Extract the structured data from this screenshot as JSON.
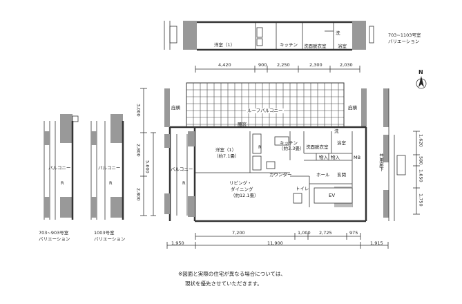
{
  "variation_labels": {
    "top_right": [
      "703~1103号室",
      "バリエーション"
    ],
    "left_a": [
      "703~903号室",
      "バリエーション"
    ],
    "left_b": [
      "1003号室",
      "バリエーション"
    ]
  },
  "rooms": {
    "western_top": "洋室（1）",
    "kitchen_top": "キッチン",
    "wash_top": "洗面脱衣室",
    "bath_top": "浴室",
    "roof_balcony": "ルーフバルコニー",
    "eaves_left": "庇横",
    "eaves_right": "庇横",
    "gable": "腰窓",
    "western": "洋室（1）",
    "western_area": "（約7.1畳）",
    "kitchen": "キッチン",
    "kitchen_area": "（約3.3畳）",
    "wash": "洗面脱衣室",
    "bath": "浴室",
    "living": "リビング・",
    "dining": "ダイニング",
    "living_area": "（約12.1畳）",
    "counter": "カウンター",
    "hall": "ホール",
    "entrance": "玄関",
    "toilet": "トイレ",
    "ev": "EV",
    "balcony_main": "バルコニー",
    "balcony_a": "バルコニー",
    "balcony_b": "バルコニー",
    "corridor": "共用廊下",
    "storage1": "物入",
    "storage2": "物入",
    "mb": "MB",
    "r": "R",
    "r2": "R",
    "r3": "R",
    "r4": "R",
    "w": "洗",
    "w2": "洗"
  },
  "dimensions": {
    "top": [
      "4,420",
      "900",
      "2,250",
      "2,300",
      "2,030"
    ],
    "left": [
      "3,000",
      "2,800",
      "5,600",
      "2,800"
    ],
    "right": [
      "1,620",
      "580",
      "1,650",
      "1,750"
    ],
    "bottom_row1": [
      "7,200",
      "1,000",
      "2,725",
      "975"
    ],
    "bottom_row2": [
      "1,950",
      "11,900",
      "1,915"
    ]
  },
  "note": [
    "※図面と実際の住宅が異なる場合については、",
    "現状を優先させていただきます。"
  ],
  "compass": "N"
}
